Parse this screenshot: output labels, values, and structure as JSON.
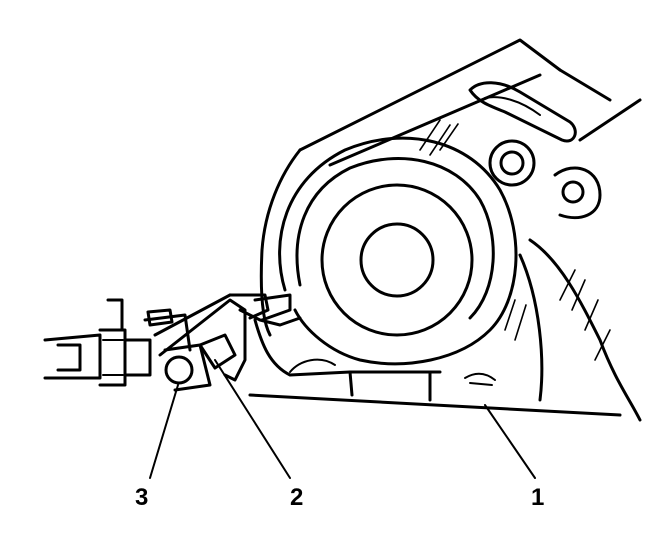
{
  "callouts": [
    {
      "id": "1",
      "label": "1"
    },
    {
      "id": "2",
      "label": "2"
    },
    {
      "id": "3",
      "label": "3"
    }
  ],
  "ink_color": "#000000",
  "background_color": "#ffffff"
}
